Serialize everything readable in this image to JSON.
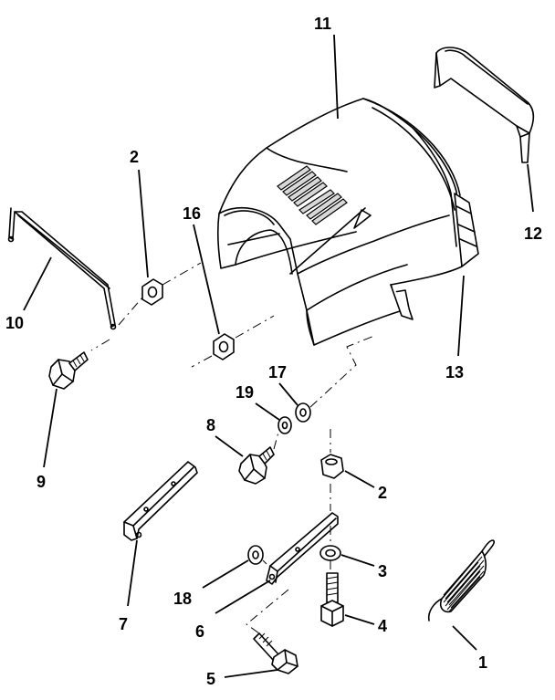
{
  "callouts": {
    "c1": "1",
    "c2a": "2",
    "c2b": "2",
    "c3": "3",
    "c4": "4",
    "c5": "5",
    "c6": "6",
    "c7": "7",
    "c8": "8",
    "c9": "9",
    "c10": "10",
    "c11": "11",
    "c12": "12",
    "c13": "13",
    "c16": "16",
    "c17": "17",
    "c18": "18",
    "c19": "19"
  }
}
